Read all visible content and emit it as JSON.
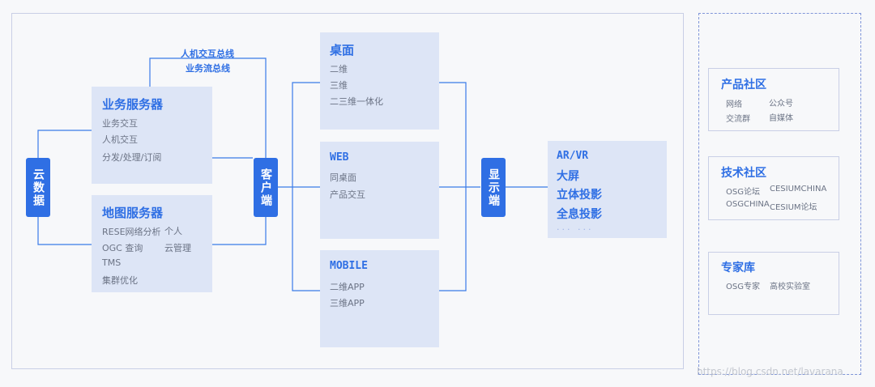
{
  "bus": {
    "line1": "人机交互总线",
    "line2": "业务流总线"
  },
  "cloud_data": "云数据",
  "client": "客户端",
  "display": "显示端",
  "business_server": {
    "title": "业务服务器",
    "items": [
      "业务交互",
      "人机交互",
      "分发/处理/订阅"
    ]
  },
  "map_server": {
    "title": "地图服务器",
    "items": [
      "RESE网络分析",
      "个人",
      "OGC 查询",
      "云管理",
      "TMS",
      "集群优化"
    ]
  },
  "desktop": {
    "title": "桌面",
    "items": [
      "二维",
      "三维",
      "二三维一体化"
    ]
  },
  "web": {
    "title": "WEB",
    "items": [
      "同桌面",
      "产品交互"
    ]
  },
  "mobile": {
    "title": "MOBILE",
    "items": [
      "二维APP",
      "三维APP"
    ]
  },
  "display_targets": {
    "items": [
      "AR/VR",
      "大屏",
      "立体投影",
      "全息投影"
    ],
    "more": "... ..."
  },
  "product_community": {
    "title": "产品社区",
    "items": [
      "网络",
      "公众号",
      "交流群",
      "自媒体"
    ]
  },
  "tech_community": {
    "title": "技术社区",
    "items": [
      "OSG论坛",
      "CESIUMCHINA",
      "OSGCHINA",
      "CESIUM论坛"
    ]
  },
  "expert_lib": {
    "title": "专家库",
    "items": [
      "OSG专家",
      "高校实验室"
    ]
  },
  "watermark": "https://blog.csdn.net/lavarana",
  "colors": {
    "accent": "#2f6fe4",
    "box": "#dde5f6",
    "line": "#3a7be8",
    "border": "#c9cfe6"
  }
}
